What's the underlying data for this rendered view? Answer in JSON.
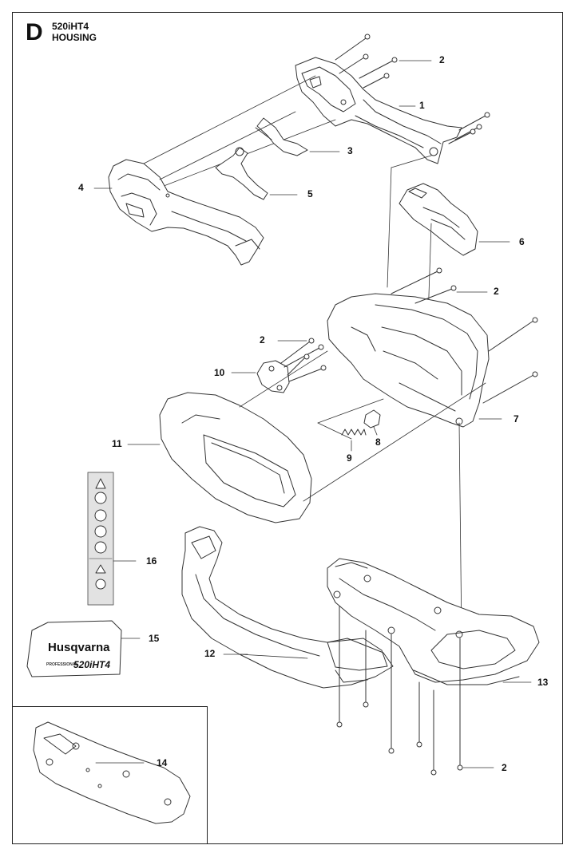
{
  "header": {
    "section_letter": "D",
    "model": "520iHT4",
    "title": "HOUSING"
  },
  "callouts": {
    "n1": "1",
    "n2a": "2",
    "n2b": "2",
    "n2c": "2",
    "n2d": "2",
    "n3": "3",
    "n4": "4",
    "n5": "5",
    "n6": "6",
    "n7": "7",
    "n8": "8",
    "n9": "9",
    "n10": "10",
    "n11": "11",
    "n12": "12",
    "n13": "13",
    "n14": "14",
    "n15": "15",
    "n16": "16"
  },
  "decal": {
    "brand": "Husqvarna",
    "sub": "PROFESSIONAL",
    "model": "520iHT4"
  },
  "colors": {
    "line": "#333333",
    "label_panel": "#e2e2e2"
  }
}
